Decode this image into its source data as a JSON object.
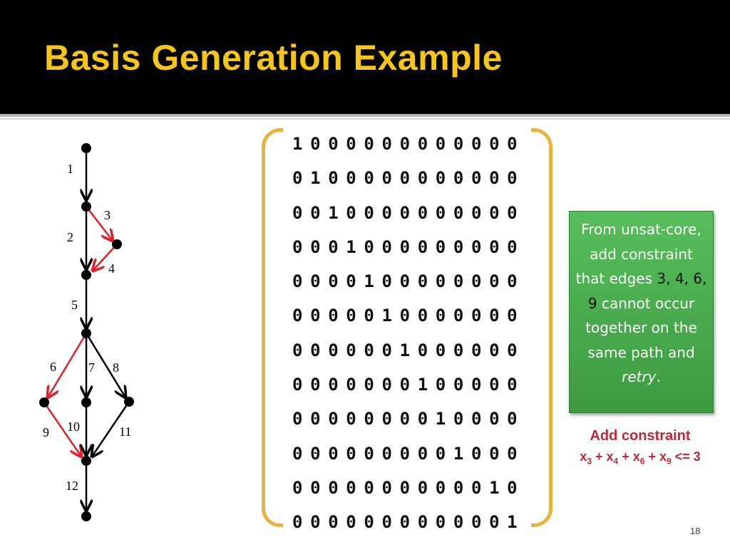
{
  "slide": {
    "title": "Basis Generation Example",
    "page_number": "18"
  },
  "graph": {
    "edge_labels": [
      "1",
      "2",
      "3",
      "4",
      "5",
      "6",
      "7",
      "8",
      "9",
      "10",
      "11",
      "12"
    ],
    "highlighted_edges": [
      "3",
      "4",
      "6",
      "9"
    ],
    "colors": {
      "normal": "#000000",
      "highlight": "#e0202a"
    }
  },
  "matrix": {
    "rows": [
      "1 0 0 0 0 0 0 0 0 0 0 0 0",
      "0 1 0 0 0 0 0 0 0 0 0 0 0",
      "0 0 1 0 0 0 0 0 0 0 0 0 0",
      "0 0 0 1 0 0 0 0 0 0 0 0 0",
      "0 0 0 0 1 0 0 0 0 0 0 0 0",
      "0 0 0 0 0 1 0 0 0 0 0 0 0",
      "0 0 0 0 0 0 1 0 0 0 0 0 0",
      "0 0 0 0 0 0 0 1 0 0 0 0 0",
      "0 0 0 0 0 0 0 0 1 0 0 0 0",
      "0 0 0 0 0 0 0 0 0 1 0 0 0",
      "0 0 0 0 0 0 0 0 0 0 0 1 0",
      "0 0 0 0 0 0 0 0 0 0 0 0 1"
    ],
    "bracket_color": "#e8b33b"
  },
  "note": {
    "part1": "From unsat-core, add constraint that edges ",
    "edges": "3, 4, 6, 9",
    "part2": " cannot occur together on the same path and ",
    "retry": "retry",
    "part3": ".",
    "colors": {
      "background": "#4caf50",
      "text": "#ffffff"
    }
  },
  "constraint": {
    "title": "Add constraint",
    "x3": "x",
    "s3": "3",
    "plus1": " + x",
    "s4": "4",
    "plus2": " + x",
    "s6": "6",
    "plus3": " + x",
    "s9": "9",
    "rhs": " <= 3",
    "color": "#c0283a"
  }
}
